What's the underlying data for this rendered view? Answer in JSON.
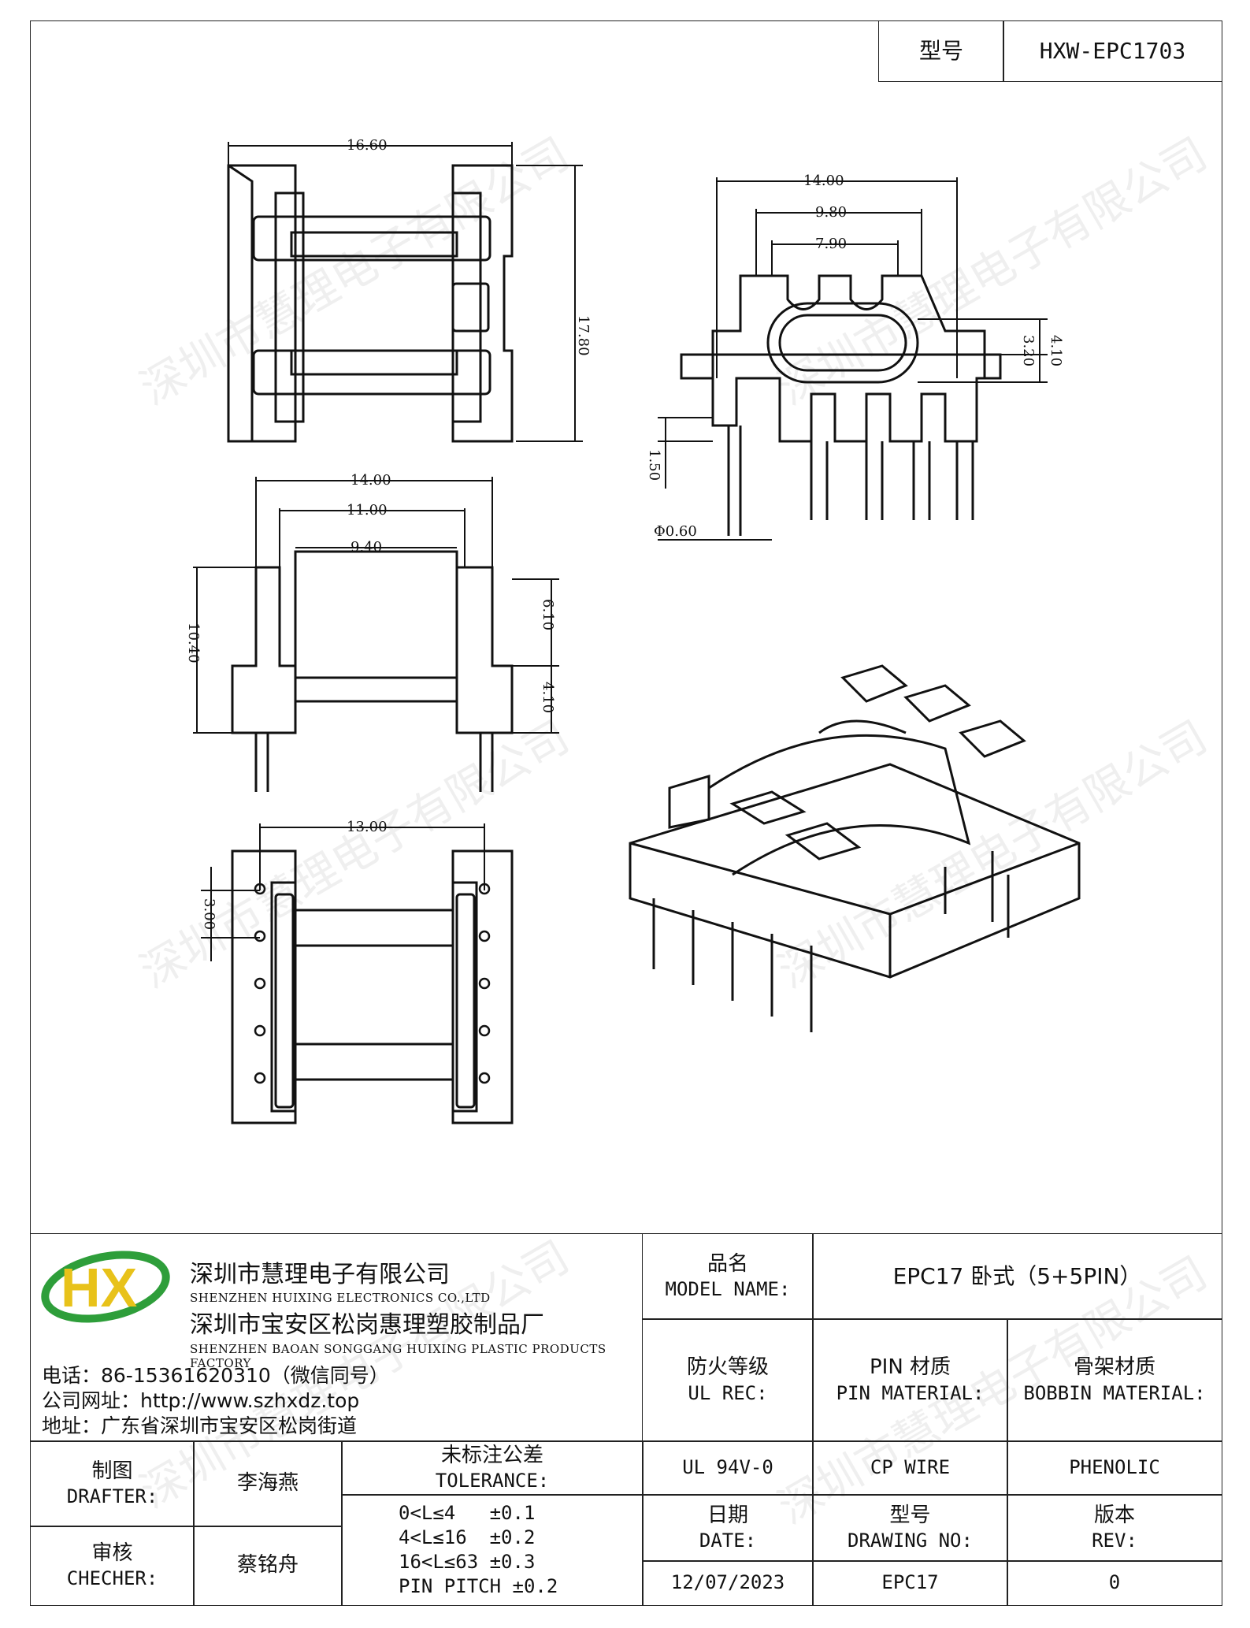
{
  "header": {
    "model_label": "型号",
    "model_value": "HXW-EPC1703"
  },
  "dims": {
    "top_width": "16.60",
    "top_height": "17.80",
    "side_width": "14.00",
    "side_inner1": "9.80",
    "side_inner2": "7.90",
    "side_h1": "3.20",
    "side_h2": "4.10",
    "pin_len": "1.50",
    "pin_dia": "Φ0.60",
    "front_w1": "14.00",
    "front_w2": "11.00",
    "front_w3": "9.40",
    "front_h1": "10.40",
    "front_h2": "6.10",
    "front_h3": "4.10",
    "bottom_w": "13.00",
    "bottom_pitch": "3.00"
  },
  "watermark": "深圳市慧理电子有限公司",
  "company": {
    "name_cn_1": "深圳市慧理电子有限公司",
    "name_en_1": "SHENZHEN HUIXING ELECTRONICS CO.,LTD",
    "name_cn_2": "深圳市宝安区松岗惠理塑胶制品厂",
    "name_en_2": "SHENZHEN BAOAN SONGGANG HUIXING PLASTIC PRODUCTS FACTORY",
    "phone": "电话：86-15361620310（微信同号）",
    "website": "公司网址：http://www.szhxdz.top",
    "address": "地址：广东省深圳市宝安区松岗街道",
    "logo_letters": "HX"
  },
  "table": {
    "model_name_cn": "品名",
    "model_name_en": "MODEL NAME:",
    "model_name_value": "EPC17 卧式（5+5PIN）",
    "ul_cn": "防火等级",
    "ul_en": "UL REC:",
    "pin_cn": "PIN 材质",
    "pin_en": "PIN MATERIAL:",
    "bobbin_cn": "骨架材质",
    "bobbin_en": "BOBBIN MATERIAL:",
    "ul_value": "UL 94V-0",
    "pin_value": "CP WIRE",
    "bobbin_value": "PHENOLIC",
    "date_cn": "日期",
    "date_en": "DATE:",
    "drawing_cn": "型号",
    "drawing_en": "DRAWING NO:",
    "rev_cn": "版本",
    "rev_en": "REV:",
    "date_value": "12/07/2023",
    "drawing_value": "EPC17",
    "rev_value": "0",
    "drafter_cn": "制图",
    "drafter_en": "DRAFTER:",
    "drafter_value": "李海燕",
    "checker_cn": "审核",
    "checker_en": "CHECHER:",
    "checker_value": "蔡铭舟",
    "tol_cn": "未标注公差",
    "tol_en": "TOLERANCE:",
    "tol_1": "0<L≤4   ±0.1",
    "tol_2": "4<L≤16  ±0.2",
    "tol_3": "16<L≤63 ±0.3",
    "tol_4": "PIN PITCH ±0.2"
  },
  "colors": {
    "logo_green": "#2e9e3a",
    "logo_yellow": "#e8c21a"
  }
}
